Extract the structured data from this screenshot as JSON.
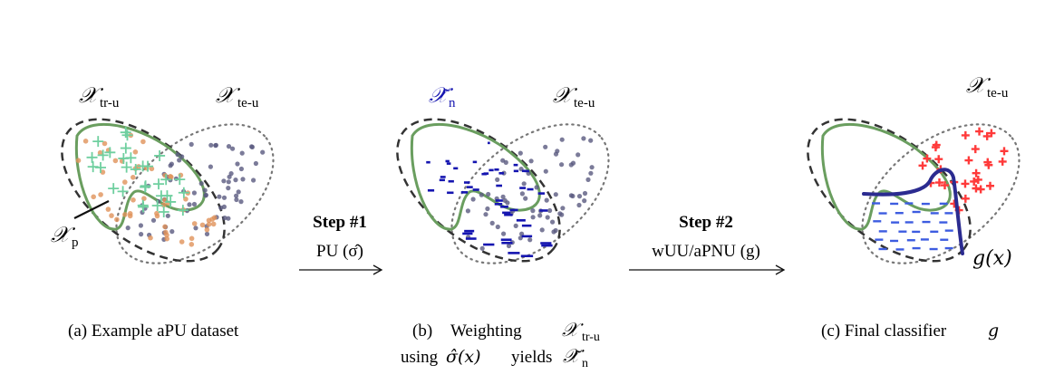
{
  "panel_a": {
    "label_tr": "𝒳",
    "label_tr_sub": "tr-u",
    "label_te": "𝒳",
    "label_te_sub": "te-u",
    "label_p": "𝒳",
    "label_p_sub": "p",
    "caption": "(a) Example aPU dataset"
  },
  "panel_b": {
    "label_n": "𝒳̃",
    "label_n_sub": "n",
    "label_te": "𝒳",
    "label_te_sub": "te-u",
    "caption_line1_a": "(b)",
    "caption_line1_b": "Weighting",
    "caption_line1_c": "𝒳",
    "caption_line1_c_sub": "tr-u",
    "caption_line2_a": "using",
    "caption_line2_b": "σ̂(x)",
    "caption_line2_c": "yields",
    "caption_line2_d": "𝒳̃",
    "caption_line2_d_sub": "n"
  },
  "panel_c": {
    "label_te": "𝒳",
    "label_te_sub": "te-u",
    "label_g": "g(x)",
    "caption": "(c) Final classifier",
    "caption_g": "g"
  },
  "step1": {
    "title": "Step #1",
    "method": "PU (σ̂)"
  },
  "step2": {
    "title": "Step #2",
    "method": "wUU/aPNU (g)"
  },
  "colors": {
    "dashed": "#333333",
    "dotted": "#777777",
    "green": "#6a9e5f",
    "plus_green": "#6fcf9f",
    "orange": "#e0925a",
    "purple": "#5a5a80",
    "blue": "#1515b0",
    "light_blue": "#3d5ce0",
    "red": "#ff3a3a",
    "classifier": "#2b2b90"
  }
}
